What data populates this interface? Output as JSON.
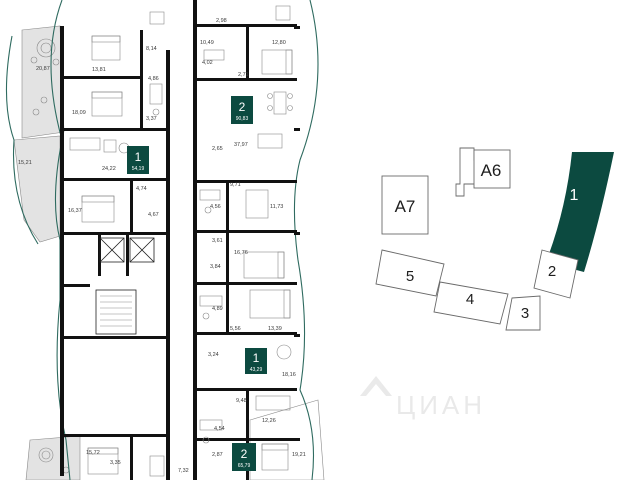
{
  "colors": {
    "accent": "#0c4a40",
    "facade": "#2f6b60",
    "wall": "#111111",
    "terrace": "#e3e3e3"
  },
  "rooms": {
    "r_20_87": "20,87",
    "r_13_81": "13,81",
    "r_8_14": "8,14",
    "r_2_98": "2,98",
    "r_10_49": "10,49",
    "r_12_80": "12,80",
    "r_4_86": "4,86",
    "r_4_02": "4,02",
    "r_2_71": "2,71",
    "r_18_09": "18,09",
    "r_3_37": "3,37",
    "r_2_65": "2,65",
    "r_37_97": "37,97",
    "r_15_21": "15,21",
    "r_24_22": "24,22",
    "r_4_74": "4,74",
    "r_9_71": "9,71",
    "r_16_37": "16,37",
    "r_4_67": "4,67",
    "r_4_56": "4,56",
    "r_11_73": "11,73",
    "r_3_61": "3,61",
    "r_16_76": "16,76",
    "r_3_84": "3,84",
    "r_4_89": "4,89",
    "r_5_56": "5,56",
    "r_13_39": "13,39",
    "r_3_24": "3,24",
    "r_18_16": "18,16",
    "r_9_48": "9,48",
    "r_12_26": "12,26",
    "r_4_54": "4,54",
    "r_15_72": "15,72",
    "r_3_35": "3,35",
    "r_2_87": "2,87",
    "r_19_21": "19,21",
    "r_7_32": "7,32"
  },
  "apartments": [
    {
      "rooms": "2",
      "area": "90,83"
    },
    {
      "rooms": "1",
      "area": "54,19"
    },
    {
      "rooms": "1",
      "area": "43,29"
    },
    {
      "rooms": "2",
      "area": "65,79"
    }
  ],
  "site_plan": {
    "buildings": [
      "A6",
      "A7",
      "1",
      "2",
      "3",
      "4",
      "5"
    ],
    "selected": "1"
  },
  "watermark": "ЦИАН"
}
